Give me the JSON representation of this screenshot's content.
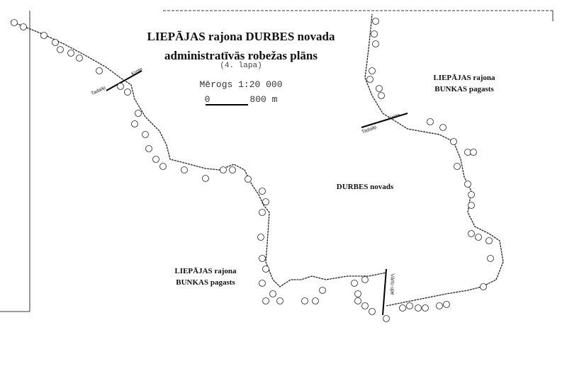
{
  "title_line1": "LIEPĀJAS rajona DURBES novada",
  "title_line2": "administratīvās robežas plāns",
  "sheet": "(4. lapa)",
  "scale_text": "Mērogs 1:20 000",
  "scale_start": "0",
  "scale_end": "800 m",
  "regions": {
    "ne_line1": "LIEPĀJAS rajona",
    "ne_line2": "BUNKAS pagasts",
    "center": "DURBES novads",
    "sw_line1": "LIEPĀJAS rajona",
    "sw_line2": "BUNKAS pagasts"
  },
  "features": {
    "road_left_a": "Tadaiķi",
    "road_left_b": "Krote",
    "road_right_a": "Tadaiķi",
    "road_right_b": "Krote",
    "river": "Vārtu upe"
  }
}
